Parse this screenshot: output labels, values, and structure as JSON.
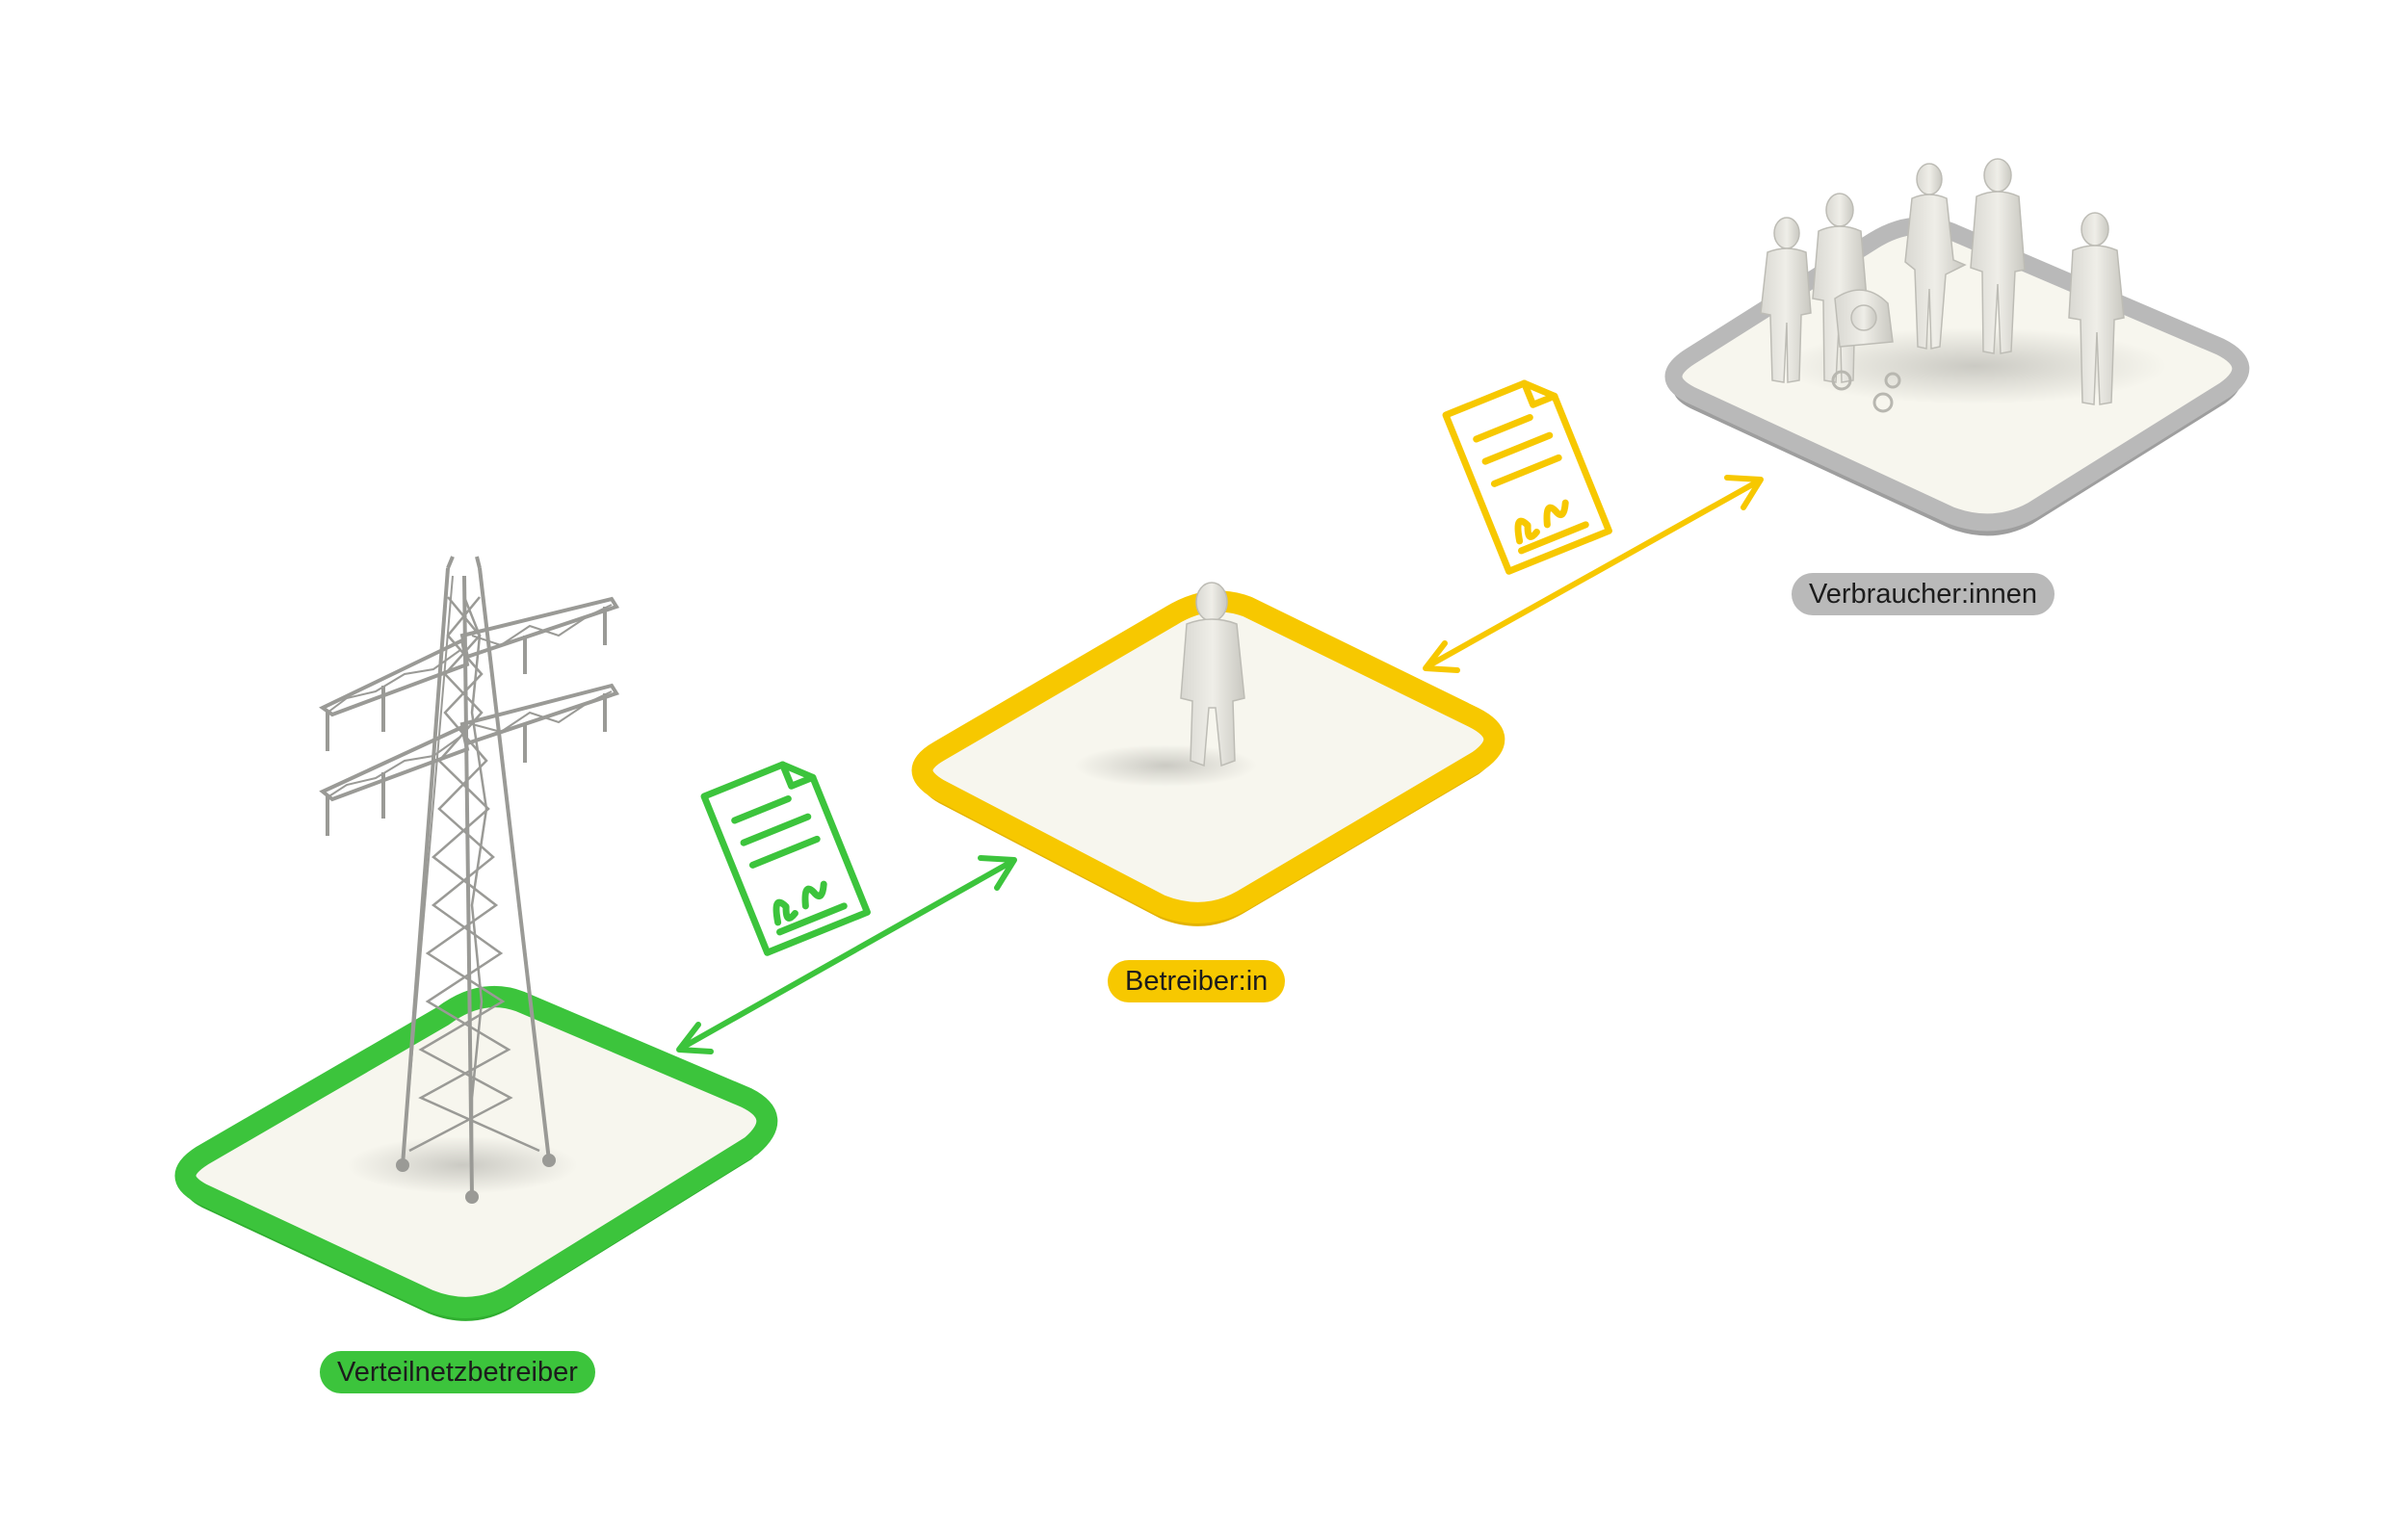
{
  "labels": {
    "grid_operator": "Verteilnetzbetreiber",
    "operator": "Betreiber:in",
    "consumers": "Verbraucher:innen"
  },
  "colors": {
    "green": "#3cc43c",
    "yellow": "#f7c800",
    "grey": "#b9b9b9",
    "platform_top": "#f7f6ee"
  },
  "icons": [
    "power-pylon-icon",
    "person-figure-icon",
    "people-group-icon",
    "signed-contract-icon",
    "double-arrow-icon"
  ]
}
